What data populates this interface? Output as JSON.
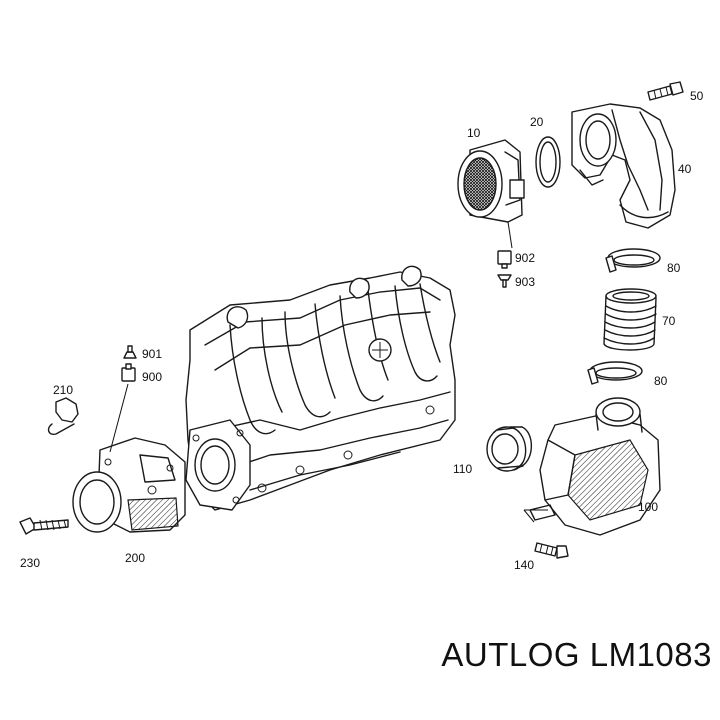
{
  "brand_caption": "AUTLOG LM1083",
  "callouts": {
    "p10": "10",
    "p20": "20",
    "p40": "40",
    "p50": "50",
    "p70": "70",
    "p80a": "80",
    "p80b": "80",
    "p100": "100",
    "p110": "110",
    "p140": "140",
    "p200": "200",
    "p210": "210",
    "p230": "230",
    "p900": "900",
    "p901": "901",
    "p902": "902",
    "p903": "903"
  }
}
